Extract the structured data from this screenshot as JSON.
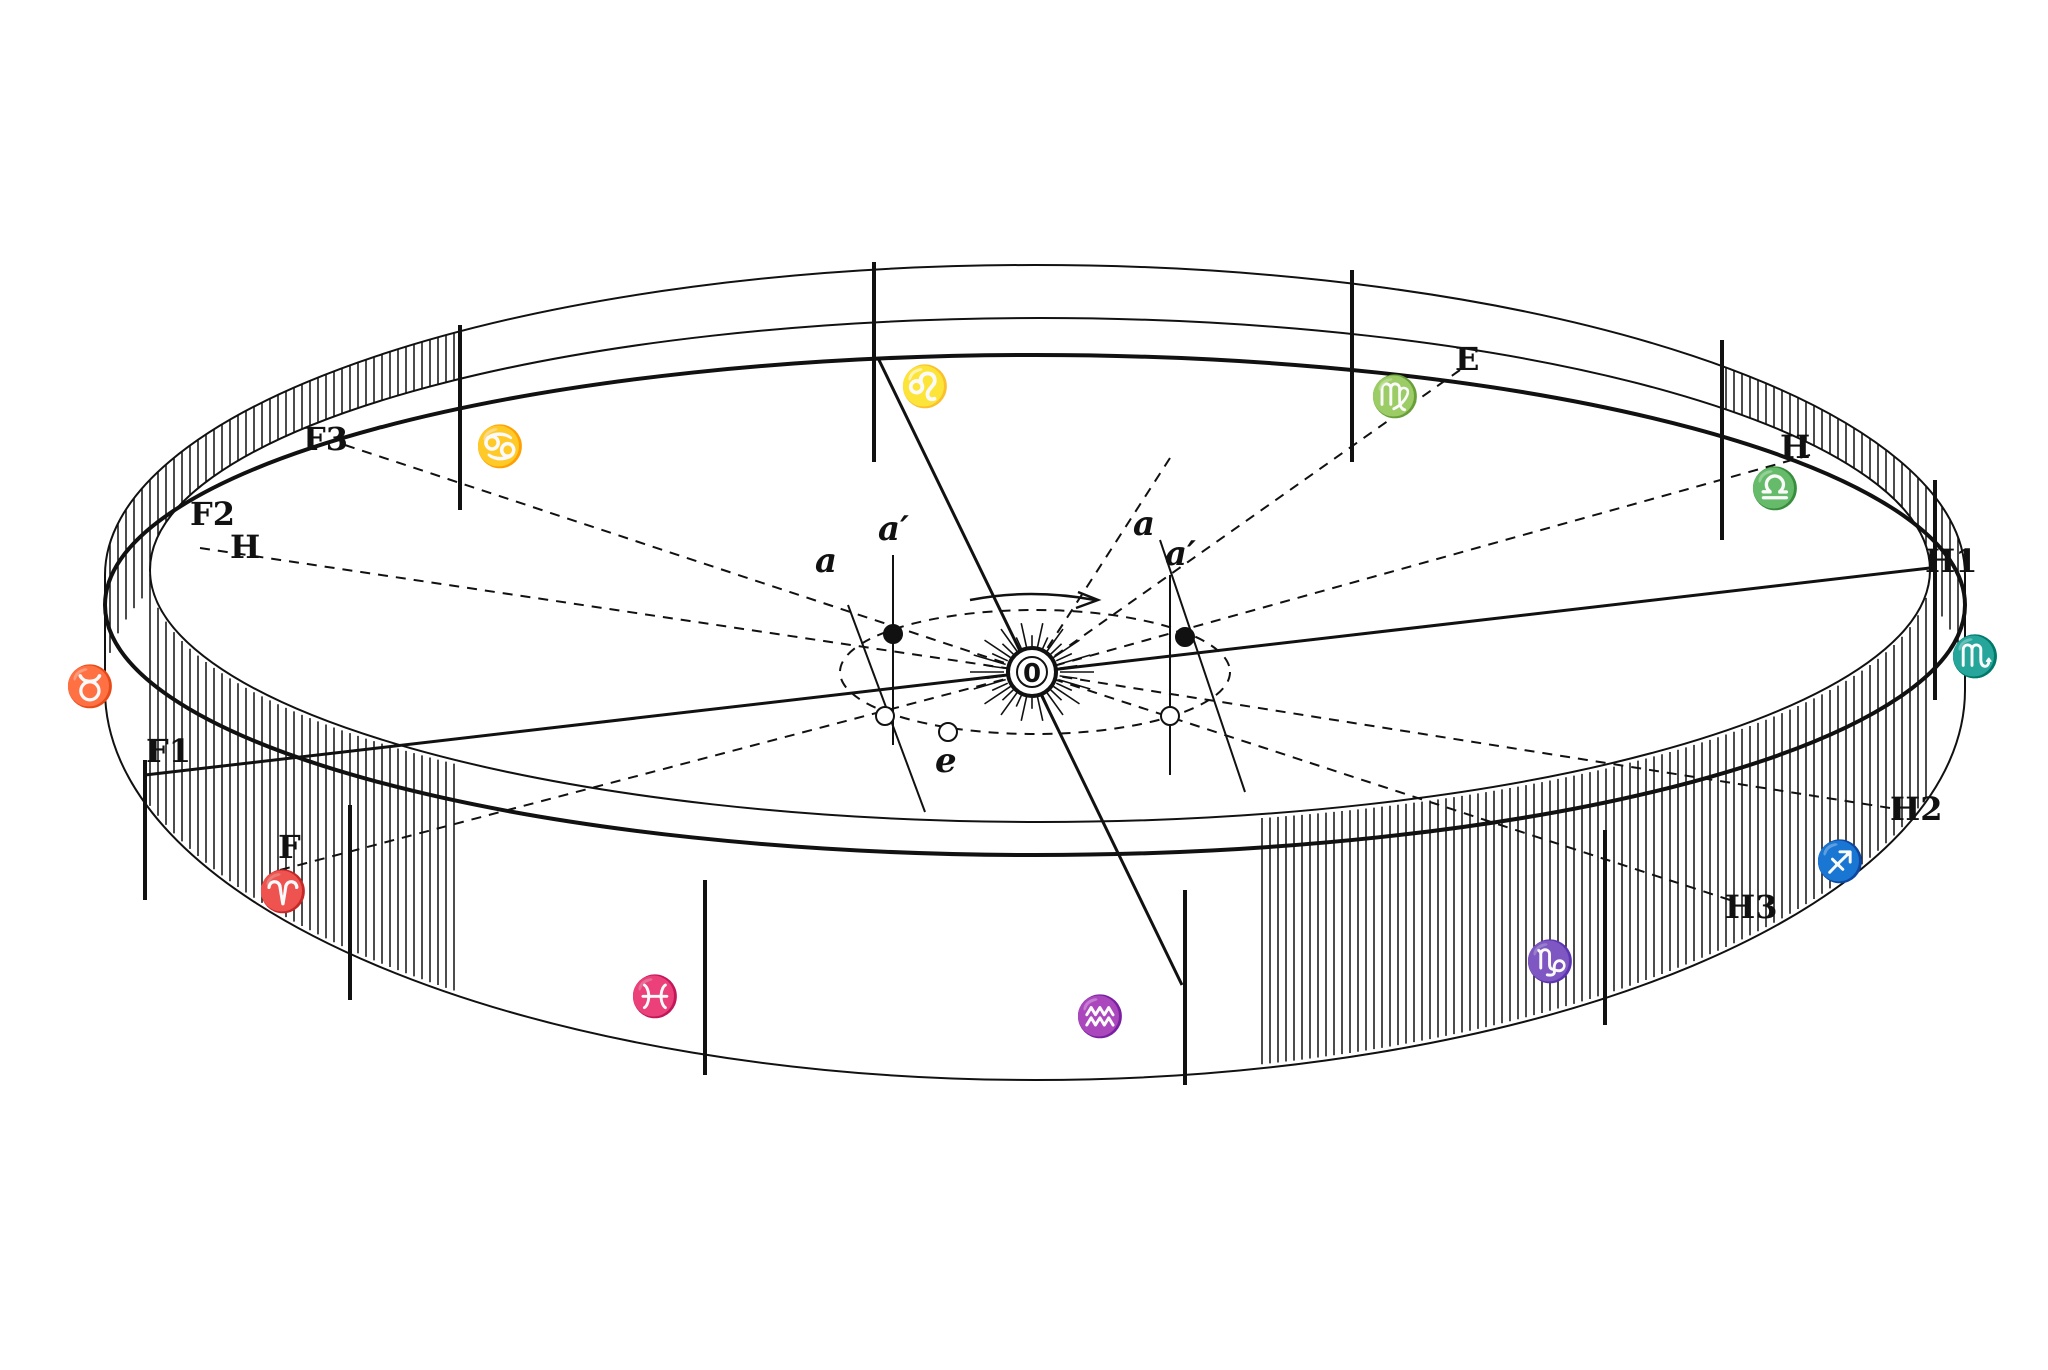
{
  "figure": {
    "center_label": "0",
    "orbit_labels": {
      "a_left": "a",
      "a_prime_left": "a′",
      "a_right": "a",
      "a_prime_right": "a′",
      "e": "e"
    },
    "belt_labels": {
      "E": "E",
      "F": "F",
      "F1": "F1",
      "F2": "F2",
      "F3": "F3",
      "H": "H",
      "H1": "H1",
      "H2": "H2",
      "H3": "H3",
      "small_H": "H"
    },
    "zodiac_symbols": {
      "leo": "♌",
      "virgo": "♍",
      "libra": "♎",
      "scorpio": "♏",
      "sagittarius": "♐",
      "capricorn": "♑",
      "aquarius": "♒",
      "pisces": "♓",
      "aries": "♈",
      "taurus": "♉",
      "cancer": "♋"
    },
    "ink_color": "#111111"
  }
}
